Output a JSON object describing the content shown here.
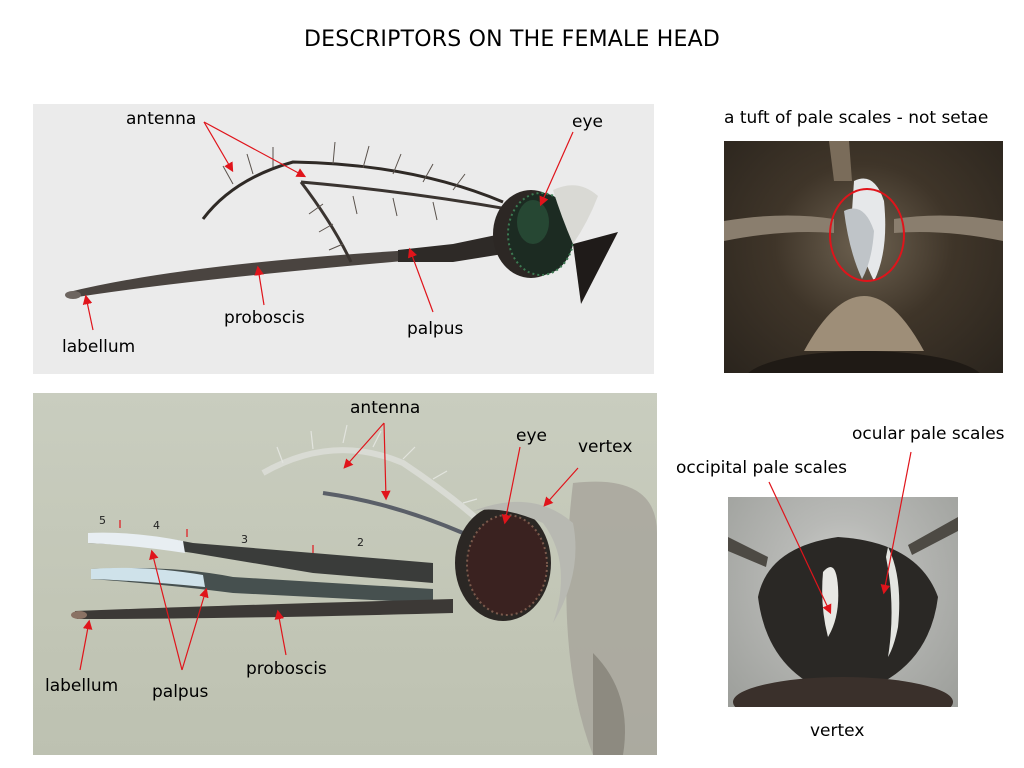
{
  "title": "DESCRIPTORS ON THE FEMALE HEAD",
  "top_panel": {
    "antenna": "antenna",
    "eye": "eye",
    "proboscis": "proboscis",
    "palpus": "palpus",
    "labellum": "labellum"
  },
  "bottom_panel": {
    "antenna": "antenna",
    "eye": "eye",
    "vertex": "vertex",
    "proboscis": "proboscis",
    "palpus": "palpus",
    "labellum": "labellum",
    "segments": [
      "5",
      "4",
      "3",
      "2"
    ]
  },
  "tuft_photo": {
    "caption": "a tuft of pale scales - not setae"
  },
  "vertex_photo": {
    "ocular": "ocular pale scales",
    "occipital": "occipital pale scales",
    "caption": "vertex"
  },
  "colors": {
    "pointer": "#e0141b"
  }
}
